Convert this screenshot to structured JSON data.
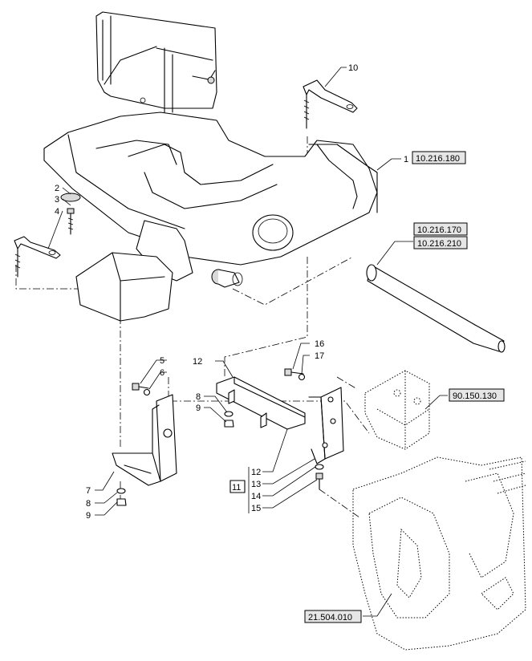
{
  "callouts": {
    "n1": "1",
    "n2": "2",
    "n3": "3",
    "n4": "4",
    "n5": "5",
    "n6": "6",
    "n7": "7",
    "n8a": "8",
    "n8b": "8",
    "n9a": "9",
    "n9b": "9",
    "n10": "10",
    "n11": "11",
    "n12a": "12",
    "n12b": "12",
    "n13": "13",
    "n14": "14",
    "n15": "15",
    "n16": "16",
    "n17": "17"
  },
  "references": {
    "r1": "10.216.180",
    "r2": "10.216.170",
    "r3": "10.216.210",
    "r4": "90.150.130",
    "r5": "21.504.010"
  }
}
